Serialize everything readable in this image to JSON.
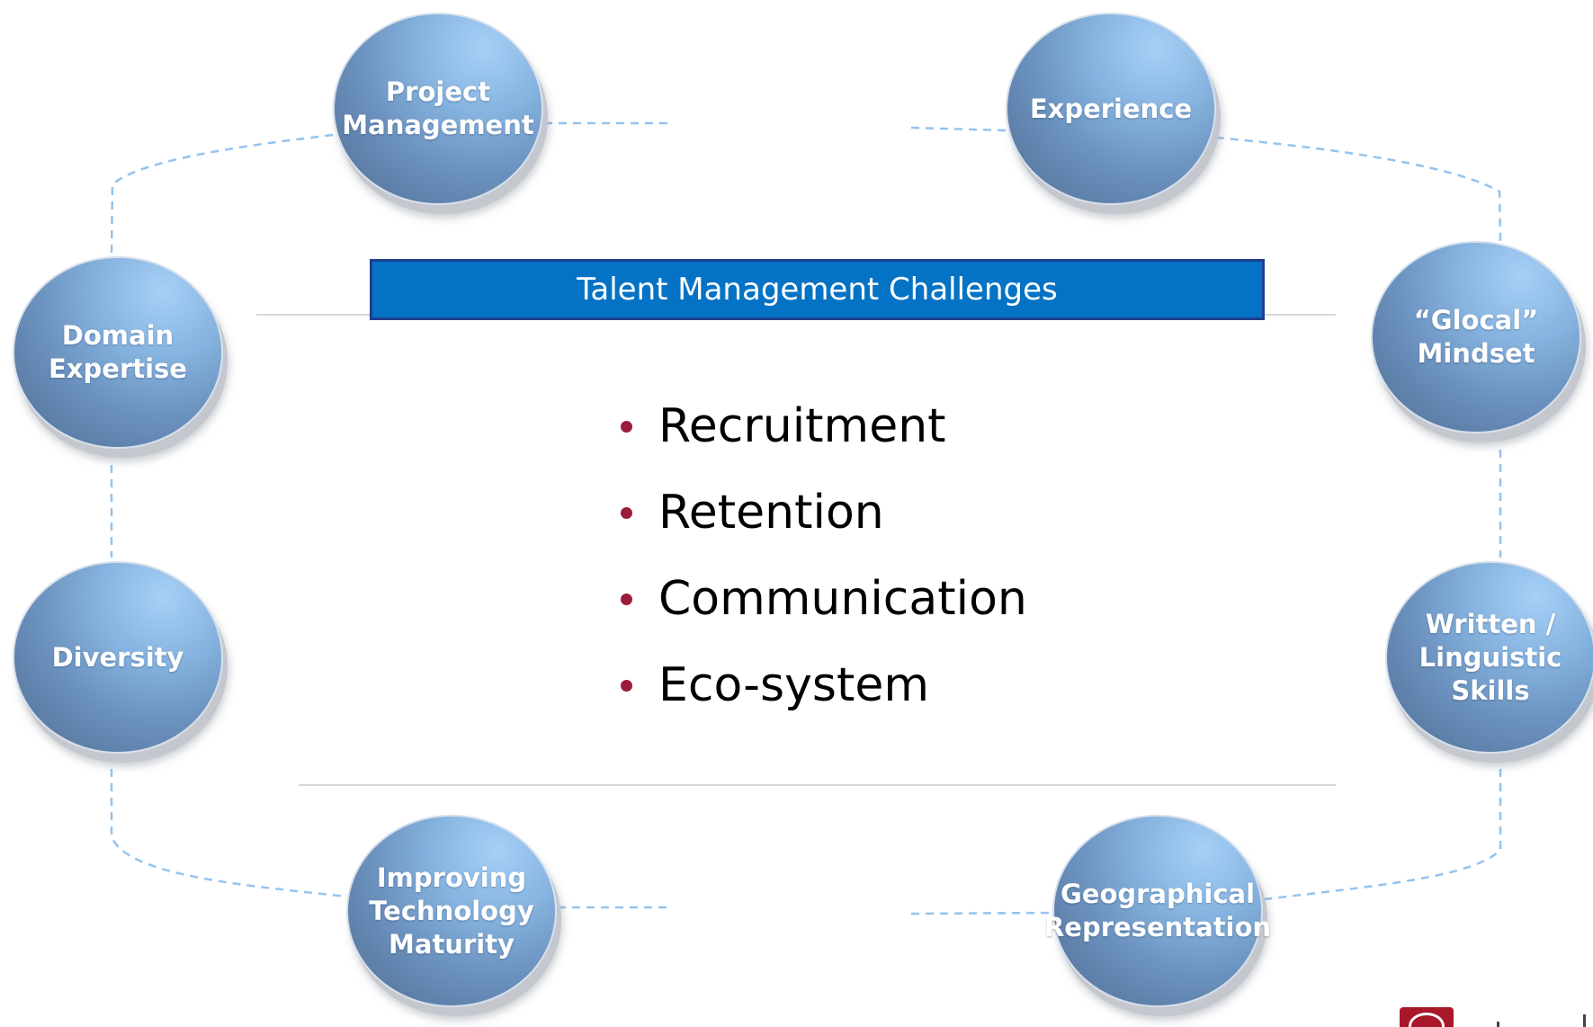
{
  "title": "Talent Management Challenges",
  "challenges": [
    "Recruitment",
    "Retention",
    "Communication",
    "Eco-system"
  ],
  "nodes": {
    "project_management": "Project\nManagement",
    "experience": "Experience",
    "domain_expertise": "Domain\nExpertise",
    "glocal_mindset": "“Glocal”\nMindset",
    "diversity": "Diversity",
    "written_linguistic": "Written /\nLinguistic\nSkills",
    "improving_technology": "Improving\nTechnology\nMaturity",
    "geographical_representation": "Geographical\nRepresentation"
  },
  "colors": {
    "banner": "#0573c5",
    "banner_border": "#1f3f8f",
    "bullet": "#9b1c3a",
    "connector": "#94c3ee",
    "node_light": "#a6d0f7",
    "node_dark": "#4f6d92",
    "logo": "#a8182a"
  }
}
